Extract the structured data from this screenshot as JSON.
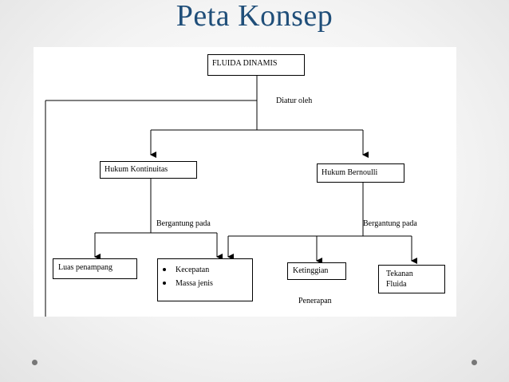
{
  "slide": {
    "title": "Peta Konsep"
  },
  "diagram": {
    "root": "FLUIDA DINAMIS",
    "edge_root": "Diatur oleh",
    "left_law": "Hukum Kontinuitas",
    "right_law": "Hukum Bernoulli",
    "edge_left": "Bergantung pada",
    "edge_right": "Bergantung pada",
    "leaf_area": "Luas penampang",
    "leaf_vars": [
      "Kecepatan",
      "Massa jenis"
    ],
    "leaf_height": "Ketinggian",
    "leaf_pressure_line1": "Tekanan",
    "leaf_pressure_line2": "Fluida",
    "application": "Penerapan"
  }
}
